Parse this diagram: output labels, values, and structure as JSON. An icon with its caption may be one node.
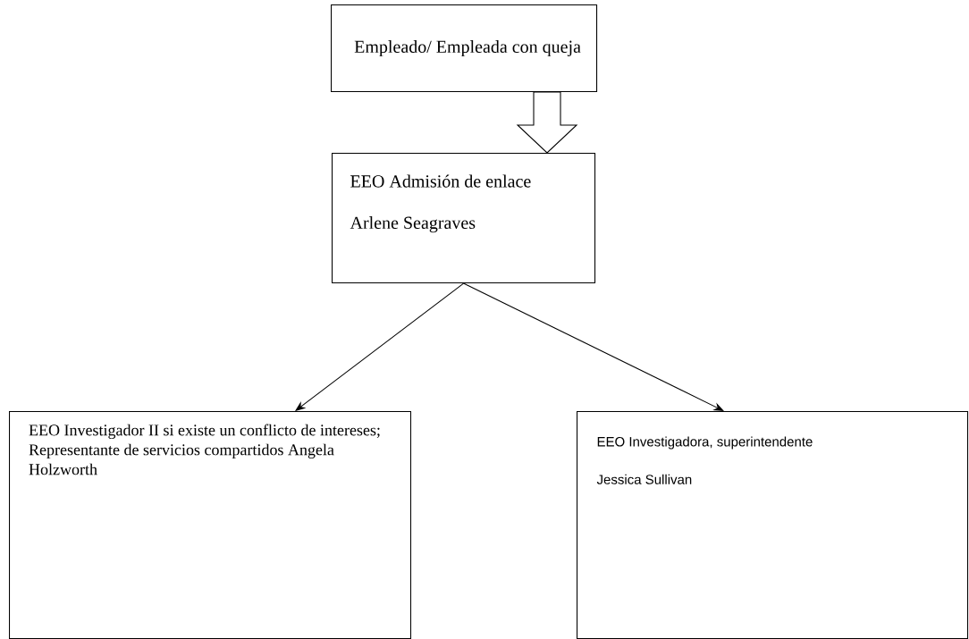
{
  "diagram": {
    "nodes": [
      {
        "text": [
          "Empleado/ Empleada con queja"
        ]
      },
      {
        "text": [
          "EEO Admisión de enlace",
          "Arlene Seagraves"
        ]
      },
      {
        "text": [
          "EEO Investigador II si existe un conflicto de intereses; Representante de servicios compartidos Angela Holzworth"
        ]
      },
      {
        "text": [
          "EEO Investigadora, superintendente",
          "Jessica Sullivan"
        ]
      }
    ],
    "edges": [
      {
        "from": 0,
        "to": 1,
        "arrow": "to",
        "style": "thick"
      },
      {
        "from": 1,
        "to": 2,
        "arrow": "to"
      },
      {
        "from": 1,
        "to": 3,
        "arrow": "to"
      }
    ]
  }
}
